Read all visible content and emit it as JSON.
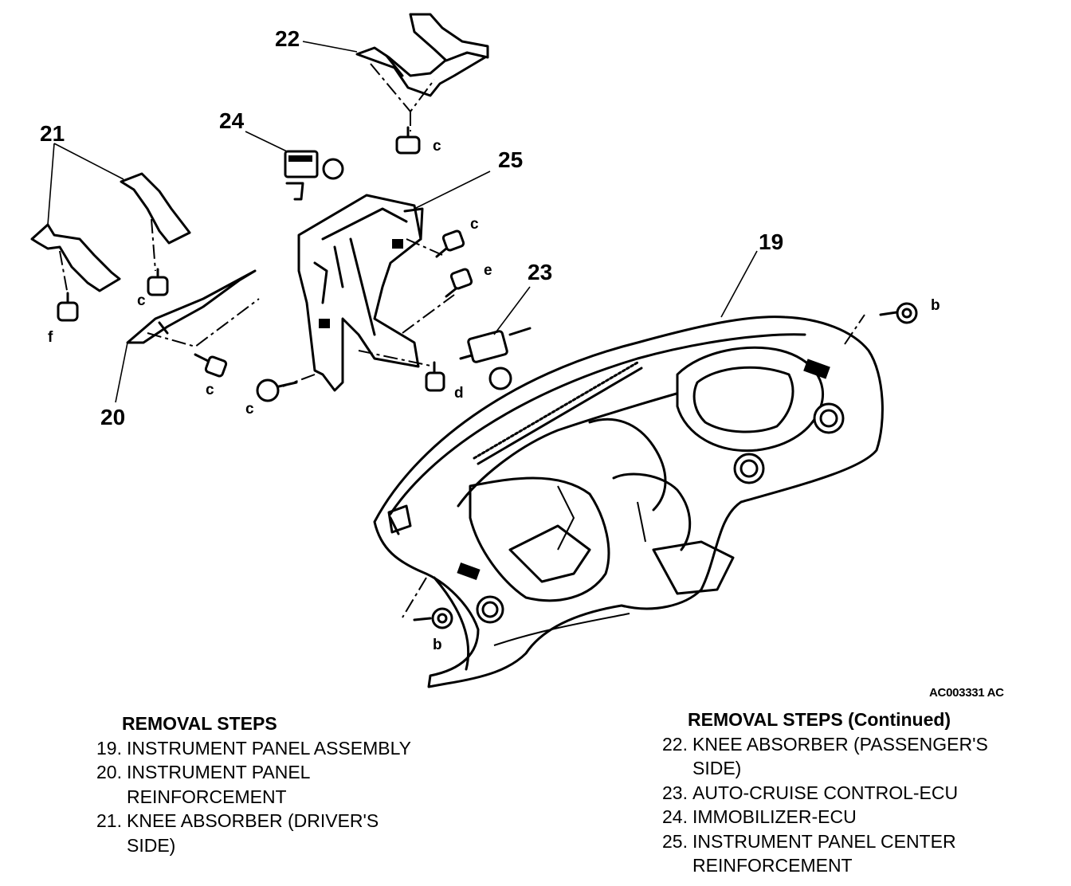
{
  "figure_code": "AC003331 AC",
  "callouts": [
    "19",
    "20",
    "21",
    "22",
    "23",
    "24",
    "25"
  ],
  "fastener_letters": {
    "b_right": "b",
    "b_lower": "b",
    "c_22": "c",
    "c_25": "c",
    "c_21": "c",
    "c_20": "c",
    "c_25_lower": "c",
    "d": "d",
    "e": "e",
    "f": "f"
  },
  "left_steps": {
    "heading": "REMOVAL STEPS",
    "items": [
      {
        "num": "19.",
        "lines": [
          "INSTRUMENT PANEL ASSEMBLY"
        ]
      },
      {
        "num": "20.",
        "lines": [
          "INSTRUMENT PANEL",
          "REINFORCEMENT"
        ]
      },
      {
        "num": "21.",
        "lines": [
          "KNEE ABSORBER (DRIVER'S",
          "SIDE)"
        ]
      }
    ]
  },
  "right_steps": {
    "heading": "REMOVAL STEPS (Continued)",
    "items": [
      {
        "num": "22.",
        "lines": [
          "KNEE ABSORBER (PASSENGER'S",
          "SIDE)"
        ]
      },
      {
        "num": "23.",
        "lines": [
          "AUTO-CRUISE CONTROL-ECU"
        ]
      },
      {
        "num": "24.",
        "lines": [
          "IMMOBILIZER-ECU"
        ]
      },
      {
        "num": "25.",
        "lines": [
          "INSTRUMENT PANEL CENTER",
          "REINFORCEMENT"
        ]
      }
    ]
  }
}
